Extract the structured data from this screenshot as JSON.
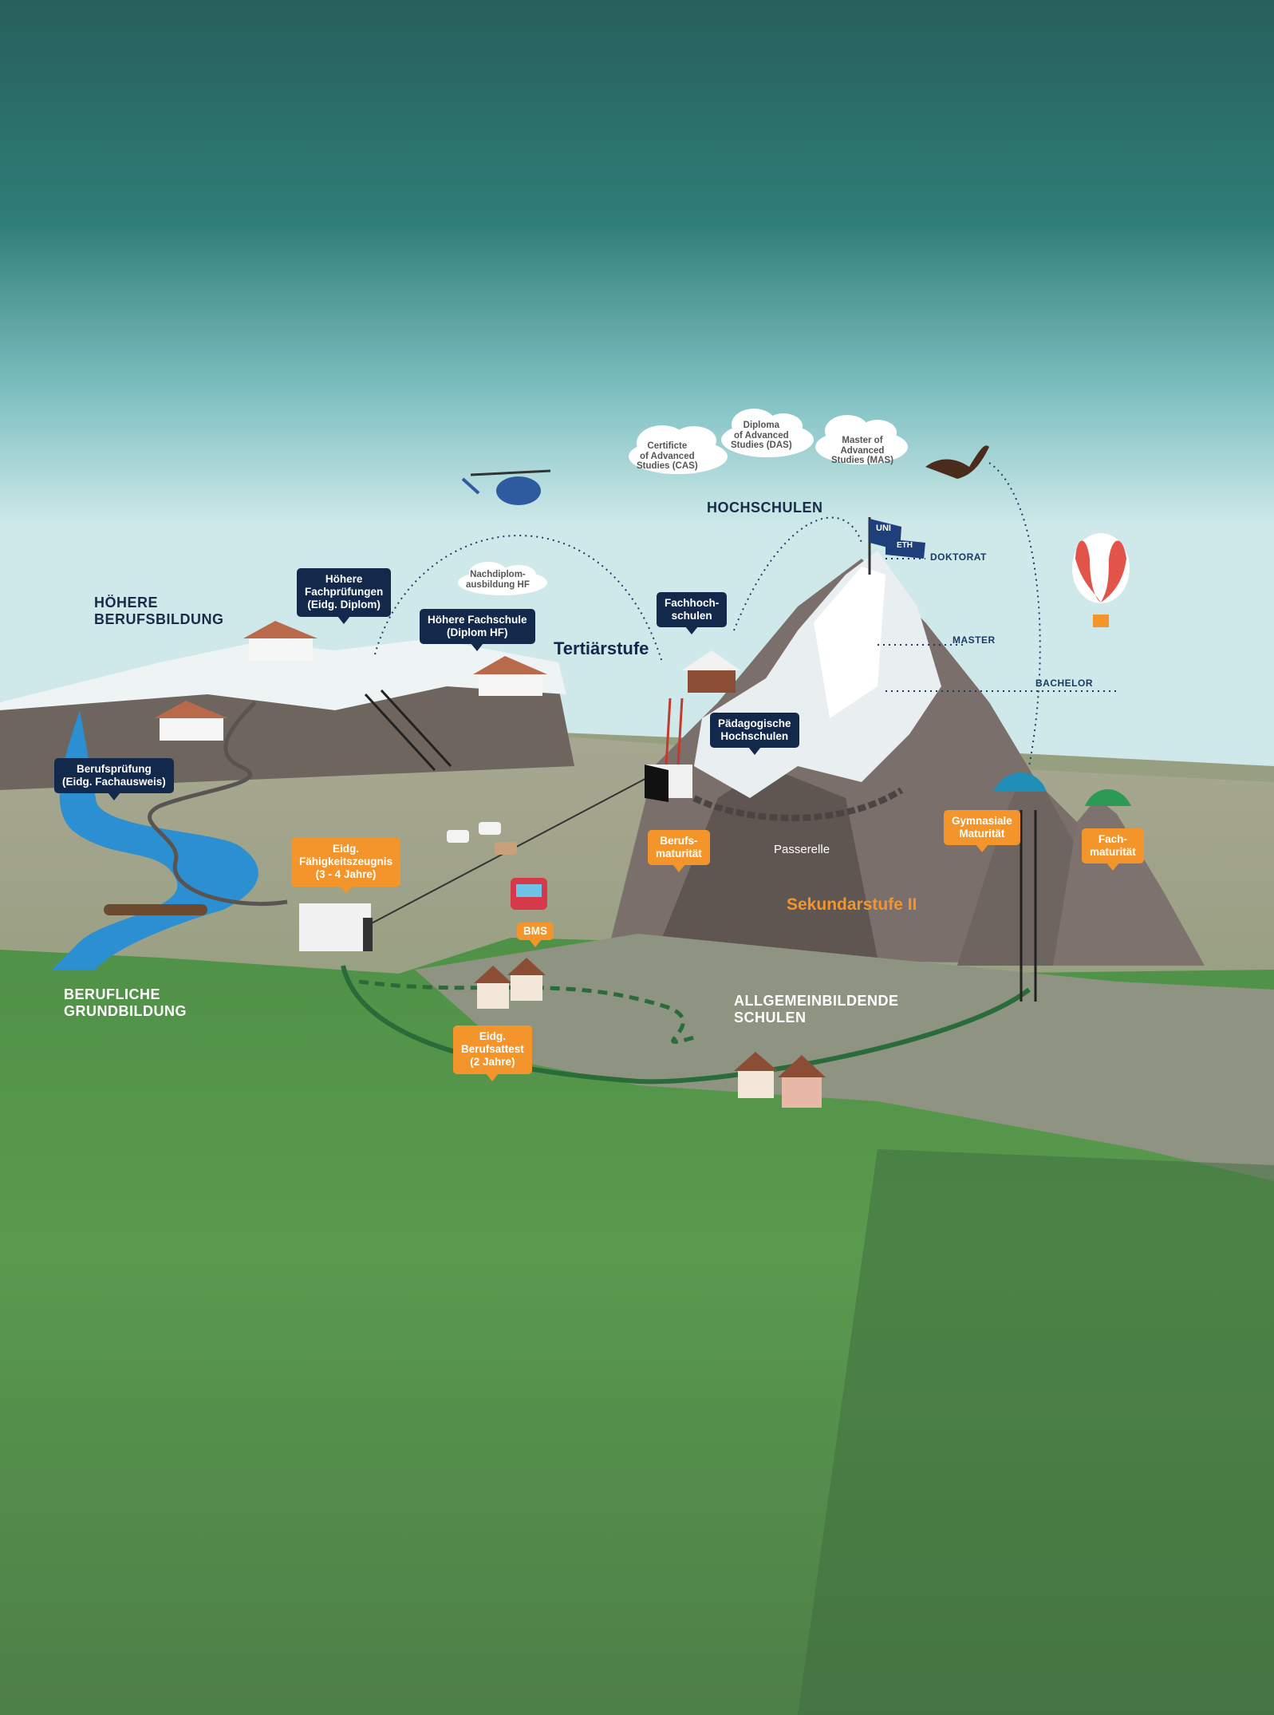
{
  "regions": {
    "hoehere_berufsbildung": "HÖHERE\nBERUFSBILDUNG",
    "hochschulen": "HOCHSCHULEN",
    "tertiaerstufe": "Tertiärstufe",
    "sekundarstufe": "Sekundarstufe II",
    "berufliche_grundbildung": "BERUFLICHE\nGRUNDBILDUNG",
    "allgemeinbildende_schulen": "ALLGEMEINBILDENDE\nSCHULEN"
  },
  "clouds": {
    "cas": "Certificte\nof Advanced\nStudies (CAS)",
    "das": "Diploma\nof Advanced\nStudies (DAS)",
    "mas": "Master of\nAdvanced\nStudies (MAS)",
    "nachdiplom": "Nachdiplom-\nausbildung HF"
  },
  "navy_labels": {
    "hoehere_fachpruefungen": "Höhere\nFachprüfungen\n(Eidg. Diplom)",
    "hoehere_fachschule": "Höhere Fachschule\n(Diplom HF)",
    "berufspruefung": "Berufsprüfung\n(Eidg. Fachausweis)",
    "fachhochschulen": "Fachhoch-\nschulen",
    "paedagogische": "Pädagogische\nHochschulen"
  },
  "orange_labels": {
    "faehigkeitszeugnis": "Eidg.\nFähigkeitszeugnis\n(3 - 4 Jahre)",
    "berufsattest": "Eidg.\nBerufsattest\n(2 Jahre)",
    "berufsmaturitaet": "Berufs-\nmaturität",
    "gymnasiale": "Gymnasiale\nMaturität",
    "fachmaturitaet": "Fach-\nmaturität",
    "bms": "BMS"
  },
  "levels": {
    "doktorat": "DOKTORAT",
    "master": "MASTER",
    "bachelor": "BACHELOR"
  },
  "misc": {
    "passerelle": "Passerelle",
    "flag_uni": "UNI",
    "flag_eth": "ETH"
  },
  "colors": {
    "sky_top": "#2b6c66",
    "sky_bottom": "#bfe3e6",
    "navy": "#13294b",
    "orange": "#f4952b",
    "meadow": "#4e8e48",
    "rock": "#7b716c"
  }
}
